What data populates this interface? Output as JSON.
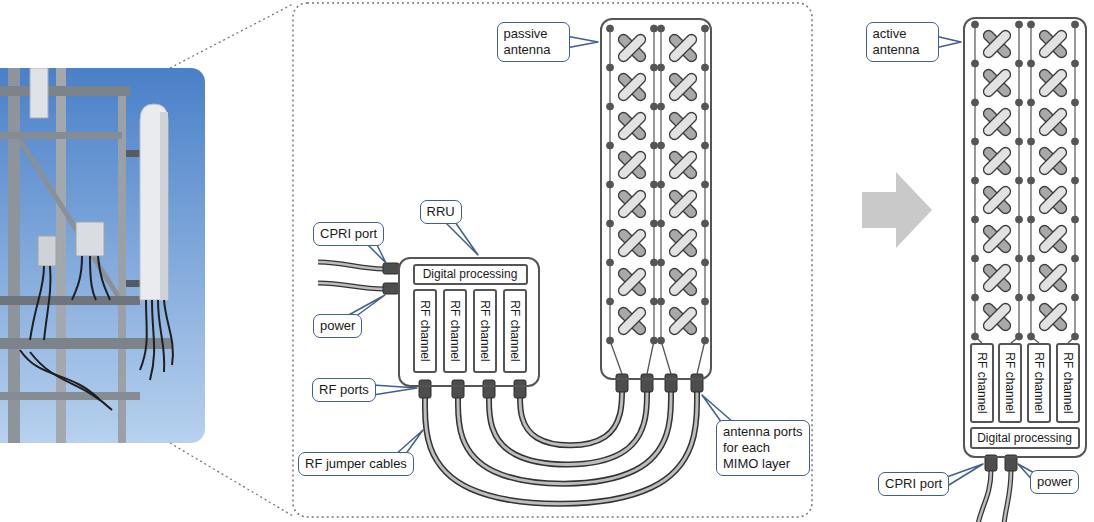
{
  "diagram": {
    "nodes": [
      {
        "text": [
          "CPRI port"
        ]
      },
      {
        "text": [
          "power"
        ]
      },
      {
        "text": [
          "RRU"
        ]
      },
      {
        "text": [
          "Digital processing"
        ],
        "in": 2
      },
      {
        "text": [
          "RF channel"
        ],
        "in": 2
      },
      {
        "text": [
          "RF channel"
        ],
        "in": 2
      },
      {
        "text": [
          "RF channel"
        ],
        "in": 2
      },
      {
        "text": [
          "RF channel"
        ],
        "in": 2
      },
      {
        "text": [
          "RF ports"
        ]
      },
      {
        "text": [
          "RF jumper cables"
        ]
      },
      {
        "text": [
          "passive antenna"
        ]
      },
      {
        "text": [
          "antenna ports for each MIMO layer"
        ]
      },
      {
        "text": [
          "active antenna"
        ]
      },
      {
        "text": [
          "RF channel"
        ],
        "in": 12
      },
      {
        "text": [
          "RF channel"
        ],
        "in": 12
      },
      {
        "text": [
          "RF channel"
        ],
        "in": 12
      },
      {
        "text": [
          "RF channel"
        ],
        "in": 12
      },
      {
        "text": [
          "Digital processing"
        ],
        "in": 12
      },
      {
        "text": [
          "CPRI port"
        ]
      },
      {
        "text": [
          "power"
        ]
      }
    ],
    "edges": [
      {
        "from": 2,
        "to": 10,
        "arrow": "none"
      },
      {
        "from": 2,
        "to": 10,
        "arrow": "none"
      },
      {
        "from": 2,
        "to": 10,
        "arrow": "none"
      },
      {
        "from": 2,
        "to": 10,
        "arrow": "none"
      }
    ]
  }
}
